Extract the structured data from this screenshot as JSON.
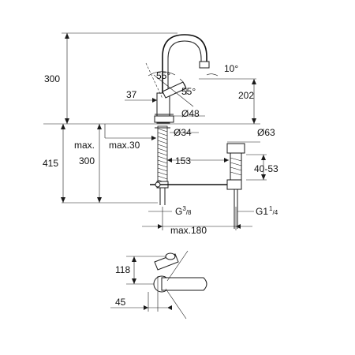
{
  "dimensions": {
    "d300": "300",
    "d415": "415",
    "d55a": "55°",
    "d55b": "55°",
    "d10": "10°",
    "d202": "202",
    "d37": "37",
    "d48": "Ø48",
    "d34": "Ø34",
    "d63": "Ø63",
    "dmax": "max.",
    "dmax30": "max.30",
    "d300b": "300",
    "d153": "153",
    "d4053": "40-53",
    "g38_main": "G",
    "g38_sup": "3",
    "g38_sub": "/8",
    "g114_main": "G1",
    "g114_sup": "1",
    "g114_sub": "/4",
    "dmax180": "max.180",
    "d118": "118",
    "d45": "45"
  }
}
